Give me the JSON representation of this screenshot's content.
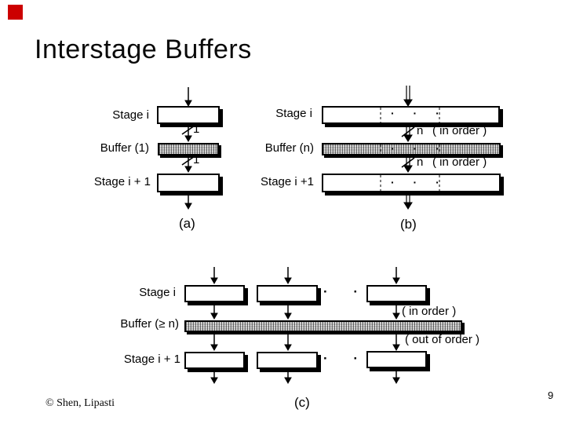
{
  "slide": {
    "title": "Interstage Buffers",
    "footer": "© Shen, Lipasti",
    "page_number": "9",
    "accent_color": "#cc0000"
  },
  "diagram_a": {
    "caption": "(a)",
    "stage_top": "Stage i",
    "buffer": "Buffer (1)",
    "stage_bottom": "Stage i + 1",
    "bandwidth_top": "1",
    "bandwidth_bottom": "1"
  },
  "diagram_b": {
    "caption": "(b)",
    "stage_top": "Stage i",
    "buffer": "Buffer (n)",
    "stage_bottom": "Stage i +1",
    "bandwidth_top": "n",
    "order_top": "( in order )",
    "bandwidth_bottom": "n",
    "order_bottom": "( in order )",
    "ellipsis": "· · ·"
  },
  "diagram_c": {
    "caption": "(c)",
    "stage_top": "Stage i",
    "buffer": "Buffer (≥ n)",
    "stage_bottom": "Stage i + 1",
    "in_order": "( in order )",
    "out_of_order": "( out of order )",
    "ellipsis": "· · ·"
  }
}
